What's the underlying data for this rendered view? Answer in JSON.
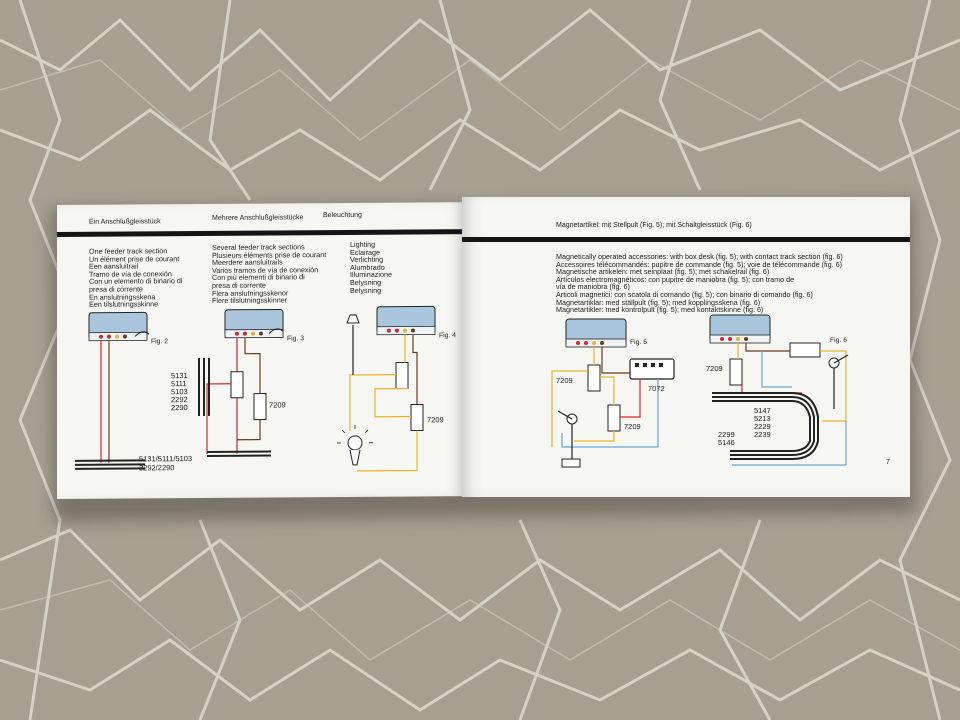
{
  "left_page": {
    "headers": [
      "Ein Anschlußgleisstück",
      "Mehrere Anschlußgleisstücke",
      "Beleuchtung"
    ],
    "col1_lines": [
      "One feeder track section",
      "Un élément prise de courant",
      "Een aansluitrail",
      "Tramo de vía de conexión",
      "Con un elemento di binario di",
      "presa di corrente",
      "En anslutningsskena",
      "Een tilslutningsskinne"
    ],
    "col2_lines": [
      "Several feeder track sections",
      "Plusieurs éléments prise de courant",
      "Meerdere aansluitrails",
      "Varios tramos de vía de conexión",
      "Con più elementi di binario di",
      "presa di corrente",
      "Flera anslutningsskenor",
      "Flere tilslutningsskinner"
    ],
    "col3_lines": [
      "Lighting",
      "Eclairage",
      "Verlichting",
      "Alumbrado",
      "Illuminazione",
      "Belysning",
      "Belysning"
    ],
    "fig2": "Fig. 2",
    "fig3": "Fig. 3",
    "fig4": "Fig. 4",
    "track_numbers_left": "5131/5111/5103",
    "track_numbers_left_2": "2292/2290",
    "part_numbers_stack": [
      "5131",
      "5111",
      "5103",
      "2292",
      "2290"
    ],
    "part_7209_a": "7209",
    "part_7209_b": "7209"
  },
  "right_page": {
    "header": "Magnetartikel: mit Stellpult (Fig. 5); mit Schaltgleisstück (Fig. 6)",
    "lines": [
      "Magnetically operated accessories: with box desk (fig. 5); with contact track section (fig. 6)",
      "Accessoires télécommandés: pupitre de commande (fig. 5); voie de télécommande (fig. 6)",
      "Magnetische artikelen: met seinplaat (fig. 5); met schakelrail (fig. 6)",
      "Artículos electromagnéticos: con pupitre de maniobra (fig. 5); con tramo de",
      "vía de maniobra (fig. 6)",
      "Articoli magnetici: con scatola di comando (fig. 5); con binario di comando (fig. 6)",
      "Magnetartiklar: med ställpult (fig. 5); med kopplingsskena (fig. 6)",
      "Magnetartikler: med kontrolpult (fig. 5); med kontaktskinne (fig. 6)"
    ],
    "fig5": "Fig. 5",
    "fig6": "Fig. 6",
    "part_7072": "7072",
    "part_7209_c": "7209",
    "part_7209_d": "7209",
    "part_7209_e": "7209",
    "track_stack_a": [
      "5147",
      "5213",
      "2229",
      "2239"
    ],
    "track_stack_b": [
      "2299",
      "5146"
    ],
    "page_number": "7"
  },
  "colors": {
    "page": "#f6f6f3",
    "transformer": "#a9c6dc",
    "wire_red": "#d7262e",
    "wire_yellow": "#e8b52a",
    "wire_blue": "#6aa6d6",
    "wire_brown": "#6b3b1c"
  }
}
